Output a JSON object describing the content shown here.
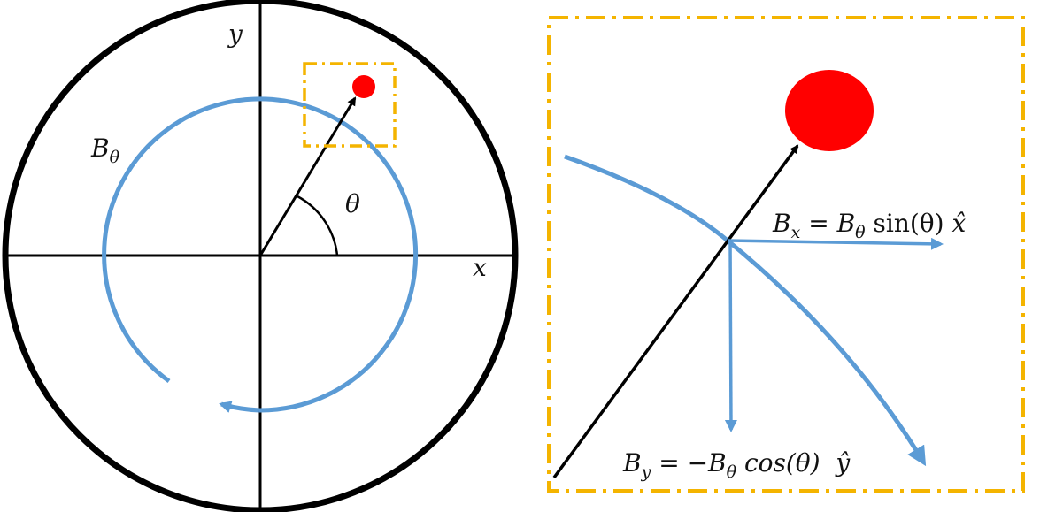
{
  "left_panel": {
    "y_axis_label": "y",
    "x_axis_label": "x",
    "angle_label": "θ",
    "field_label_main": "B",
    "field_label_sub": "θ"
  },
  "right_panel": {
    "bx_eq": {
      "b": "B",
      "sub_x": "x",
      "equals": " = ",
      "b2": "B",
      "sub_theta": "θ",
      "func": " sin(θ) ",
      "unit": "x̂"
    },
    "by_eq": {
      "b": "B",
      "sub_y": "y",
      "equals": " = −",
      "b2": "B",
      "sub_theta": "θ",
      "func": " cos(θ)  ",
      "unit": "ŷ"
    }
  },
  "colors": {
    "axis": "#000000",
    "field": "#5b9bd5",
    "charge": "#ff0000",
    "zoom_box": "#f4b400"
  }
}
